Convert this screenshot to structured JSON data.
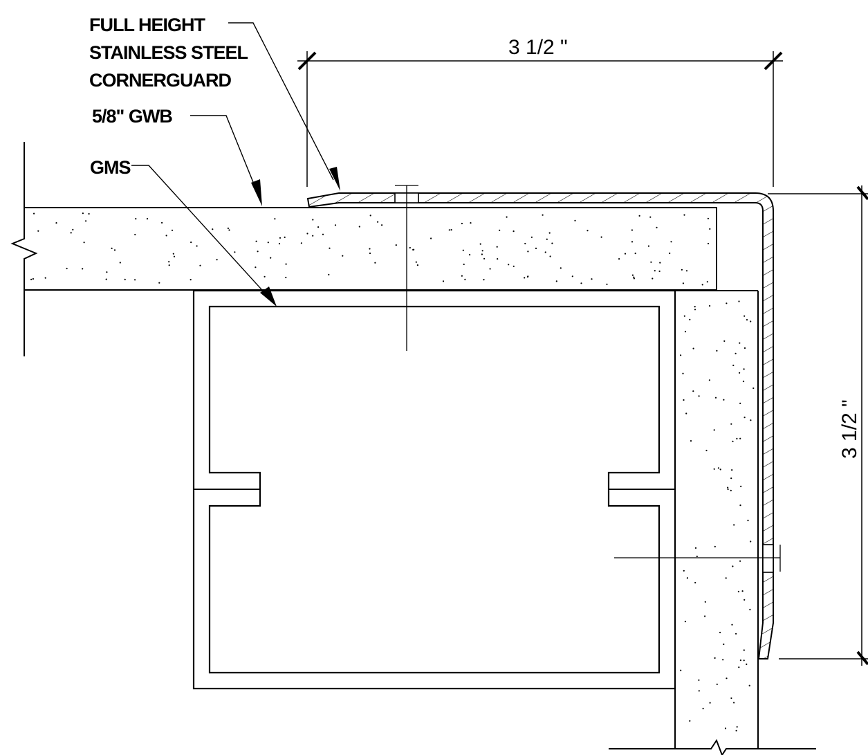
{
  "labels": {
    "cornerguard_line1": "FULL HEIGHT",
    "cornerguard_line2": "STAINLESS STEEL",
    "cornerguard_line3": "CORNERGUARD",
    "gwb": "5/8\" GWB",
    "gms": "GMS"
  },
  "dimensions": {
    "horizontal": "3 1/2 \"",
    "vertical": "3 1/2 \""
  },
  "colors": {
    "line": "#000000",
    "background": "#ffffff"
  }
}
